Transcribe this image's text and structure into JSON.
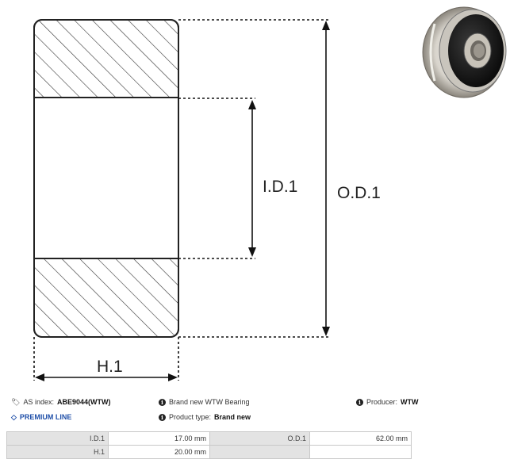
{
  "diagram": {
    "labels": {
      "id": "I.D.1",
      "od": "O.D.1",
      "h": "H.1"
    }
  },
  "info": {
    "as_index_label": "AS index:",
    "as_index_value": "ABE9044(WTW)",
    "premium_line": "PREMIUM LINE",
    "brand_new_text": "Brand new WTW Bearing",
    "product_type_label": "Product type:",
    "product_type_value": "Brand new",
    "producer_label": "Producer:",
    "producer_value": "WTW"
  },
  "specs": {
    "rows": [
      {
        "label1": "I.D.1",
        "value1": "17.00 mm",
        "label2": "O.D.1",
        "value2": "62.00 mm"
      },
      {
        "label1": "H.1",
        "value1": "20.00 mm",
        "label2": "",
        "value2": ""
      }
    ]
  },
  "icons": {
    "tag": "tag-icon",
    "diamond": "diamond-icon",
    "info": "info-icon"
  }
}
